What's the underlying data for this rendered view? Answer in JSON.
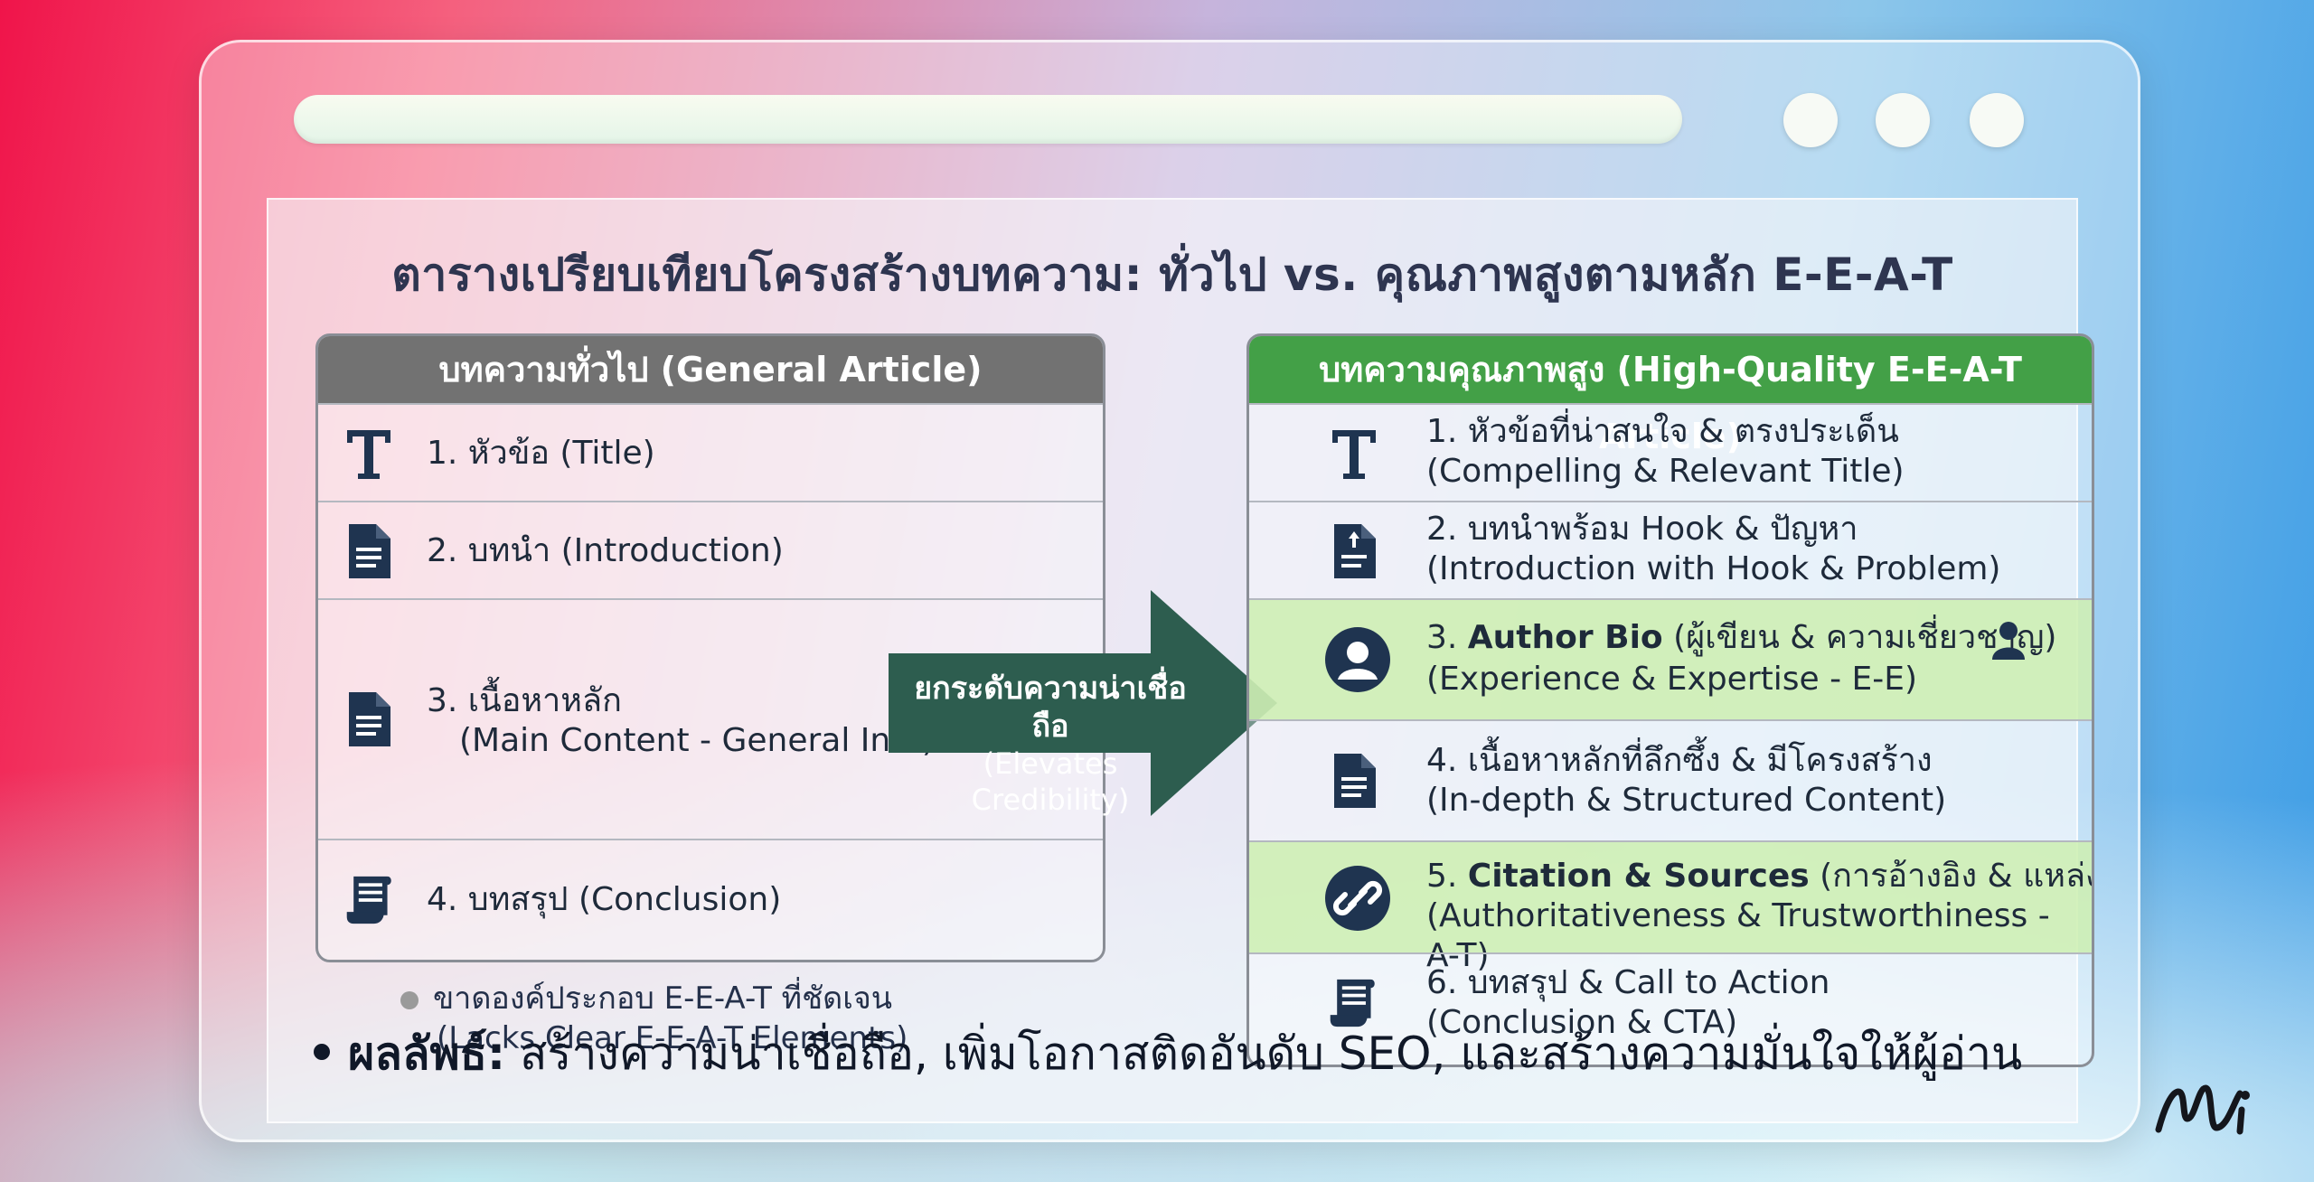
{
  "title": "ตารางเปรียบเทียบโครงสร้างบทความ: ทั่วไป vs. คุณภาพสูงตามหลัก E-E-A-T",
  "general": {
    "header": "บทความทั่วไป (General Article)",
    "items": [
      {
        "icon": "title-icon",
        "line1": "1. หัวข้อ (Title)",
        "line2": ""
      },
      {
        "icon": "document-icon",
        "line1": "2. บทนำ (Introduction)",
        "line2": ""
      },
      {
        "icon": "document-icon",
        "line1": "3. เนื้อหาหลัก",
        "line2": "(Main Content - General Info)"
      },
      {
        "icon": "scroll-icon",
        "line1": "4. บทสรุป (Conclusion)",
        "line2": ""
      }
    ],
    "note_line1": "ขาดองค์ประกอบ E-E-A-T ที่ชัดเจน",
    "note_line2": "(Lacks Clear E-E-A-T Elements)"
  },
  "arrow": {
    "line1": "ยกระดับความน่าเชื่อถือ",
    "line2": "(Elevates Credibility)"
  },
  "quality": {
    "header": "บทความคุณภาพสูง (High-Quality E-E-A-T Article)",
    "items": [
      {
        "icon": "title-icon",
        "line1": "1. หัวข้อที่น่าสนใจ & ตรงประเด็น",
        "line2": "(Compelling & Relevant Title)"
      },
      {
        "icon": "document-upload-icon",
        "line1": "2. บทนำพร้อม Hook & ปัญหา",
        "line2": "(Introduction with Hook & Problem)"
      },
      {
        "icon": "user-circle-icon",
        "num": "3. ",
        "bold": "Author Bio",
        "rest": " (ผู้เขียน & ความเชี่ยวชาญ)",
        "line2": "(Experience & Expertise - E-E)",
        "highlight": true
      },
      {
        "icon": "document-icon",
        "line1": "4. เนื้อหาหลักที่ลึกซึ้ง & มีโครงสร้าง",
        "line2": "(In-depth & Structured Content)"
      },
      {
        "icon": "link-circle-icon",
        "num": "5. ",
        "bold": "Citation & Sources",
        "rest": " (การอ้างอิง & แหล่งที่มา)",
        "line2": "(Authoritativeness & Trustworthiness - A-T)",
        "highlight": true
      },
      {
        "icon": "scroll-icon",
        "line1": "6. บทสรุป & Call to Action",
        "line2": "(Conclusion & CTA)"
      }
    ]
  },
  "result": {
    "label": "ผลลัพธ์:",
    "text": "สร้างความน่าเชื่อถือ, เพิ่มโอกาสติดอันดับ SEO, และสร้างความมั่นใจให้ผู้อ่าน"
  },
  "colors": {
    "general_header": "#727272",
    "quality_header": "#43a047",
    "highlight_row": "#cdeeb0",
    "arrow": "#2d5d4f",
    "icon": "#1f3450"
  }
}
